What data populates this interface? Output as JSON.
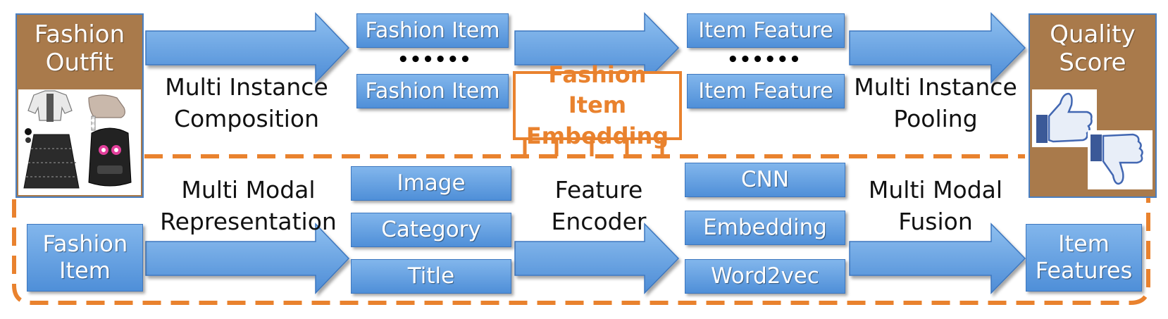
{
  "top_row": {
    "outfit_label": "Fashion Outfit",
    "item_top": "Fashion Item",
    "item_bottom": "Fashion Item",
    "item_dots": "••••••",
    "feature_top": "Item Feature",
    "feature_bottom": "Item Feature",
    "feature_dots": "••••••",
    "quality_label": "Quality Score",
    "composition_label": "Multi Instance Composition",
    "pooling_label": "Multi Instance Pooling",
    "embedding_label": "Fashion Item Embedding"
  },
  "bottom_row": {
    "input_label": "Fashion Item",
    "representation_label": "Multi Modal Representation",
    "modalities": [
      "Image",
      "Category",
      "Title"
    ],
    "encoder_label": "Feature Encoder",
    "encoders": [
      "CNN",
      "Embedding",
      "Word2vec"
    ],
    "fusion_label": "Multi Modal Fusion",
    "output_label": "Item Features"
  },
  "colors": {
    "box_blue": "#5b9bd5",
    "arrow_blue": "#6ea5e3",
    "brown": "#a97a4b",
    "orange": "#e9822e"
  },
  "icons": [
    "thumbs-up-icon",
    "thumbs-down-icon",
    "dress-icon",
    "shoe-icon",
    "earring-icon",
    "skirt-icon",
    "backpack-icon"
  ]
}
